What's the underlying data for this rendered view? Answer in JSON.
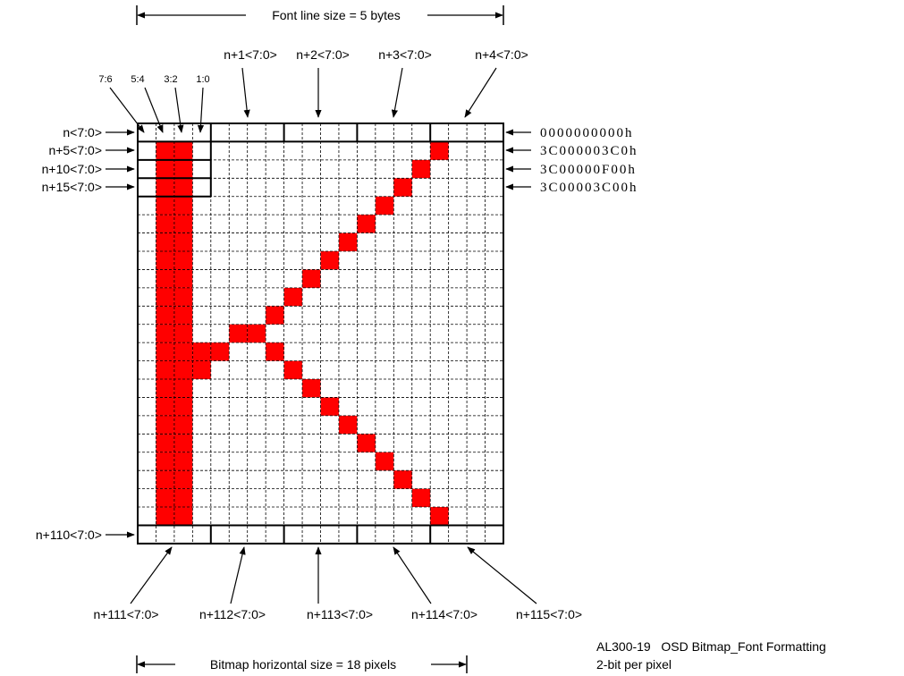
{
  "header": {
    "font_line_size": "Font line size = 5 bytes"
  },
  "footer": {
    "bitmap_horizontal_size": "Bitmap horizontal size = 18 pixels",
    "caption_line1": "AL300-19   OSD Bitmap_Font Formatting",
    "caption_line2": "2-bit per pixel"
  },
  "bit_labels": [
    "7:6",
    "5:4",
    "3:2",
    "1:0"
  ],
  "top_byte_labels": [
    "n+1<7:0>",
    "n+2<7:0>",
    "n+3<7:0>",
    "n+4<7:0>"
  ],
  "left_row_labels": [
    "n<7:0>",
    "n+5<7:0>",
    "n+10<7:0>",
    "n+15<7:0>"
  ],
  "last_row_label": "n+110<7:0>",
  "bottom_byte_labels": [
    "n+111<7:0>",
    "n+112<7:0>",
    "n+113<7:0>",
    "n+114<7:0>",
    "n+115<7:0>"
  ],
  "hex_values": [
    "0000000000h",
    "3C000003C0h",
    "3C00000F00h",
    "3C00003C00h"
  ],
  "grid": {
    "columns": 20,
    "rows": 23,
    "pixel_color": "#ff0000",
    "filled_pixels": [
      [
        1,
        1
      ],
      [
        2,
        1
      ],
      [
        16,
        1
      ],
      [
        1,
        2
      ],
      [
        2,
        2
      ],
      [
        15,
        2
      ],
      [
        1,
        3
      ],
      [
        2,
        3
      ],
      [
        14,
        3
      ],
      [
        1,
        4
      ],
      [
        2,
        4
      ],
      [
        13,
        4
      ],
      [
        1,
        5
      ],
      [
        2,
        5
      ],
      [
        12,
        5
      ],
      [
        1,
        6
      ],
      [
        2,
        6
      ],
      [
        11,
        6
      ],
      [
        1,
        7
      ],
      [
        2,
        7
      ],
      [
        10,
        7
      ],
      [
        1,
        8
      ],
      [
        2,
        8
      ],
      [
        9,
        8
      ],
      [
        1,
        9
      ],
      [
        2,
        9
      ],
      [
        8,
        9
      ],
      [
        1,
        10
      ],
      [
        2,
        10
      ],
      [
        7,
        10
      ],
      [
        1,
        11
      ],
      [
        2,
        11
      ],
      [
        5,
        11
      ],
      [
        6,
        11
      ],
      [
        1,
        12
      ],
      [
        2,
        12
      ],
      [
        3,
        12
      ],
      [
        4,
        12
      ],
      [
        7,
        12
      ],
      [
        1,
        13
      ],
      [
        2,
        13
      ],
      [
        3,
        13
      ],
      [
        8,
        13
      ],
      [
        1,
        14
      ],
      [
        2,
        14
      ],
      [
        9,
        14
      ],
      [
        1,
        15
      ],
      [
        2,
        15
      ],
      [
        10,
        15
      ],
      [
        1,
        16
      ],
      [
        2,
        16
      ],
      [
        11,
        16
      ],
      [
        1,
        17
      ],
      [
        2,
        17
      ],
      [
        12,
        17
      ],
      [
        1,
        18
      ],
      [
        2,
        18
      ],
      [
        13,
        18
      ],
      [
        1,
        19
      ],
      [
        2,
        19
      ],
      [
        14,
        19
      ],
      [
        1,
        20
      ],
      [
        2,
        20
      ],
      [
        15,
        20
      ],
      [
        1,
        21
      ],
      [
        2,
        21
      ],
      [
        16,
        21
      ]
    ]
  }
}
